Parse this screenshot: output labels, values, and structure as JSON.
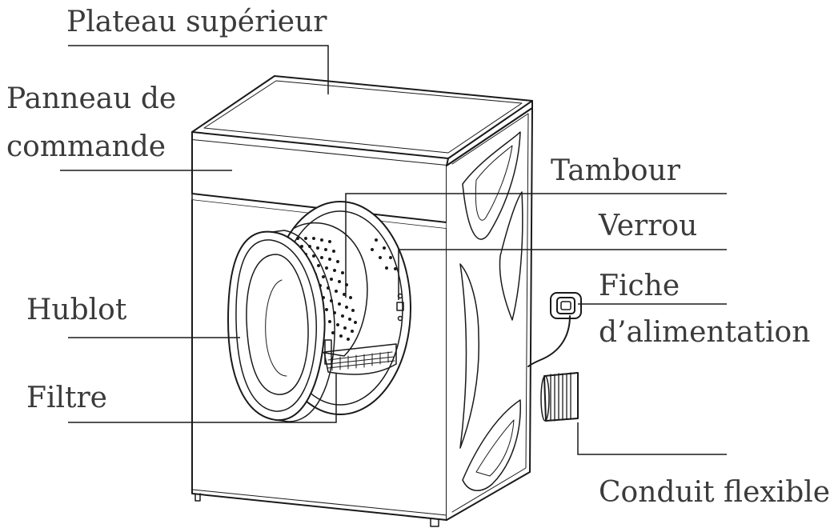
{
  "labels": {
    "top_plate": "Plateau supérieur",
    "control_panel_line1": "Panneau de",
    "control_panel_line2": "commande",
    "drum": "Tambour",
    "lock": "Verrou",
    "plug_line1": "Fiche",
    "plug_line2": "d’alimentation",
    "porthole": "Hublot",
    "filter": "Filtre",
    "hose": "Conduit flexible"
  },
  "colors": {
    "text": "#3b3b3b",
    "line": "#1a1a1a"
  }
}
